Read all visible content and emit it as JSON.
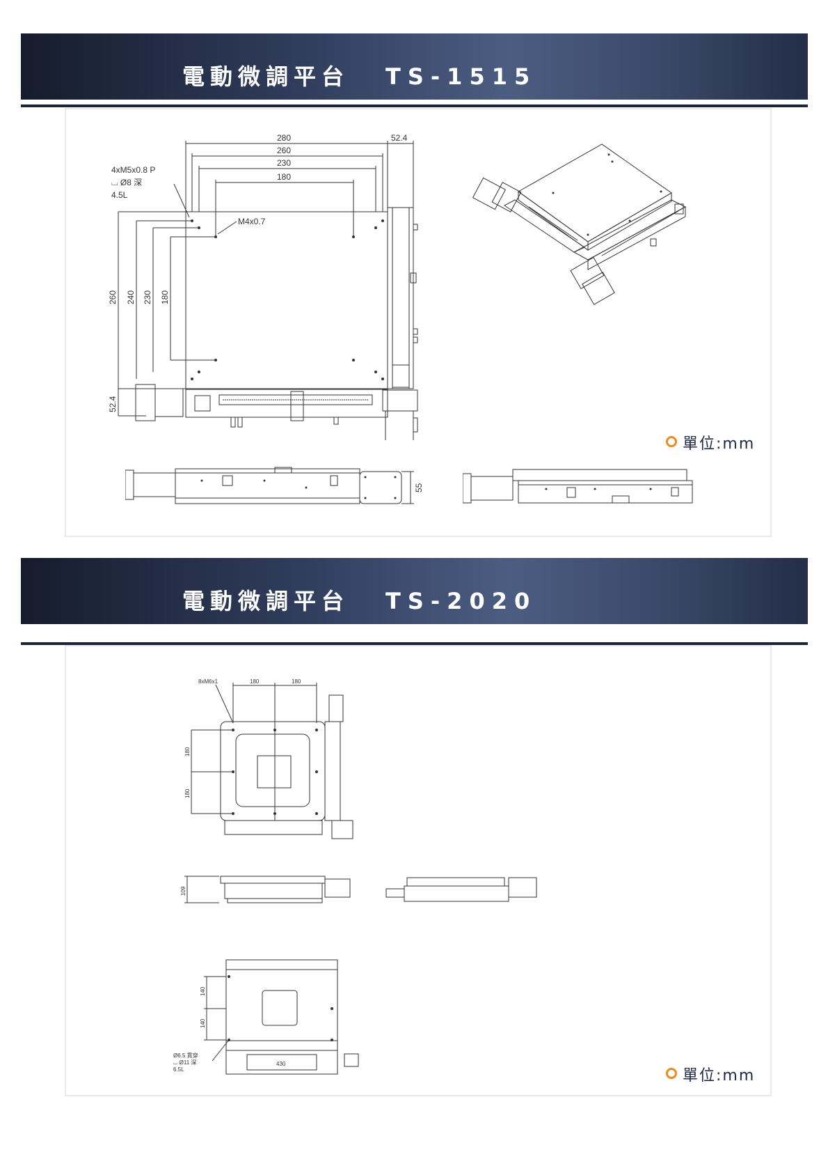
{
  "sections": [
    {
      "title": "電動微調平台",
      "model": "TS-1515",
      "unit_label": "單位:mm",
      "top_view": {
        "dims_top": [
          "280",
          "260",
          "230",
          "180"
        ],
        "dim_right": "52.4",
        "dims_left": [
          "260",
          "240",
          "230",
          "180"
        ],
        "dim_bottom_left": "52.4",
        "callout_holes": [
          "4xM5x0.8 P",
          "⌴ Ø8 深",
          "4.5L"
        ],
        "callout_center": "M4x0.7"
      },
      "front_view": {
        "height_dim": "55"
      }
    },
    {
      "title": "電動微調平台",
      "model": "TS-2020",
      "unit_label": "單位:mm",
      "top_view": {
        "callout": "8xM6x1",
        "dims_top": [
          "180",
          "180"
        ],
        "dims_left": [
          "180",
          "180"
        ]
      },
      "side_view": {
        "height_dim": "109"
      },
      "bottom_view": {
        "dims_left": [
          "140",
          "140"
        ],
        "callout": [
          "Ø6.5 貫穿",
          "⌴ Ø11 深",
          "6.5L"
        ],
        "width_dim": "430"
      }
    }
  ],
  "colors": {
    "banner_dark": "#161c2c",
    "banner_light": "#4c5d82",
    "accent": "#f08a1c",
    "panel_border": "#e4e9f2"
  }
}
